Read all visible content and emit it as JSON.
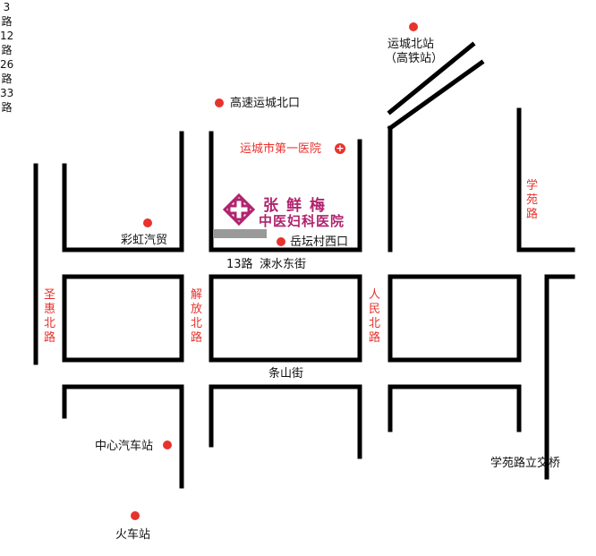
{
  "places": {
    "yuncheng_north_station": "运城北站",
    "yuncheng_north_station_sub": "（高铁站）",
    "highway_exit": "高速运城北口",
    "first_hospital": "运城市第一医院",
    "caihong": "彩虹汽贸",
    "yuetan": "岳坛村西口",
    "central_bus_station": "中心汽车站",
    "railway_station": "火车站",
    "xueyuan_interchange": "学苑路立交桥"
  },
  "hospital": {
    "name_line1": "张鲜梅",
    "name_line2": "中医妇科医院"
  },
  "roads": {
    "lishui_east": "涑水东街",
    "tiaoshan": "条山街",
    "shenghui_north": "圣惠北路",
    "jiefang_north": "解放北路",
    "renmin_north": "人民北路",
    "xueyuan": "学苑路"
  },
  "bus_routes": {
    "left_column": [
      "3路",
      "12路",
      "26路",
      "33路"
    ],
    "lishui_route": "13路"
  },
  "colors": {
    "road": "#000000",
    "road_label_red": "#e8322d",
    "marker": "#e8322d",
    "hospital_brand": "#b0246e",
    "hospital_block": "#999999"
  }
}
